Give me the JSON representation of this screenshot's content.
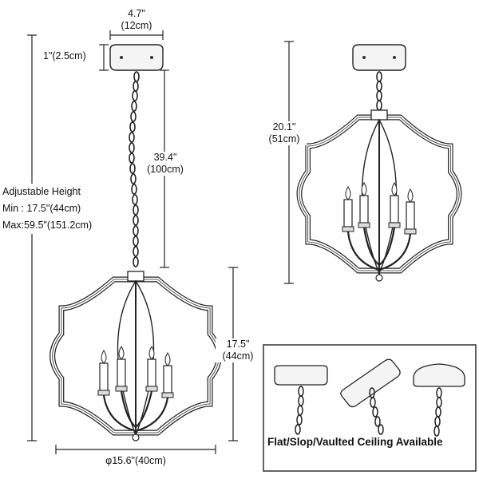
{
  "dimensions": {
    "canopy_width_in": "4.7\"",
    "canopy_width_cm": "(12cm)",
    "canopy_height": "1\"(2.5cm)",
    "chain_length_in": "39.4\"",
    "chain_length_cm": "(100cm)",
    "fixed_height_in": "20.1\"",
    "fixed_height_cm": "(51cm)",
    "body_height_in": "17.5\"",
    "body_height_cm": "(44cm)",
    "diameter": "φ15.6\"(40cm)"
  },
  "adjustable": {
    "title": "Adjustable Height",
    "min": "Min : 17.5\"(44cm)",
    "max": "Max:59.5\"(151.2cm)"
  },
  "ceiling_note": "Flat/Slop/Vaulted Ceiling Available"
}
